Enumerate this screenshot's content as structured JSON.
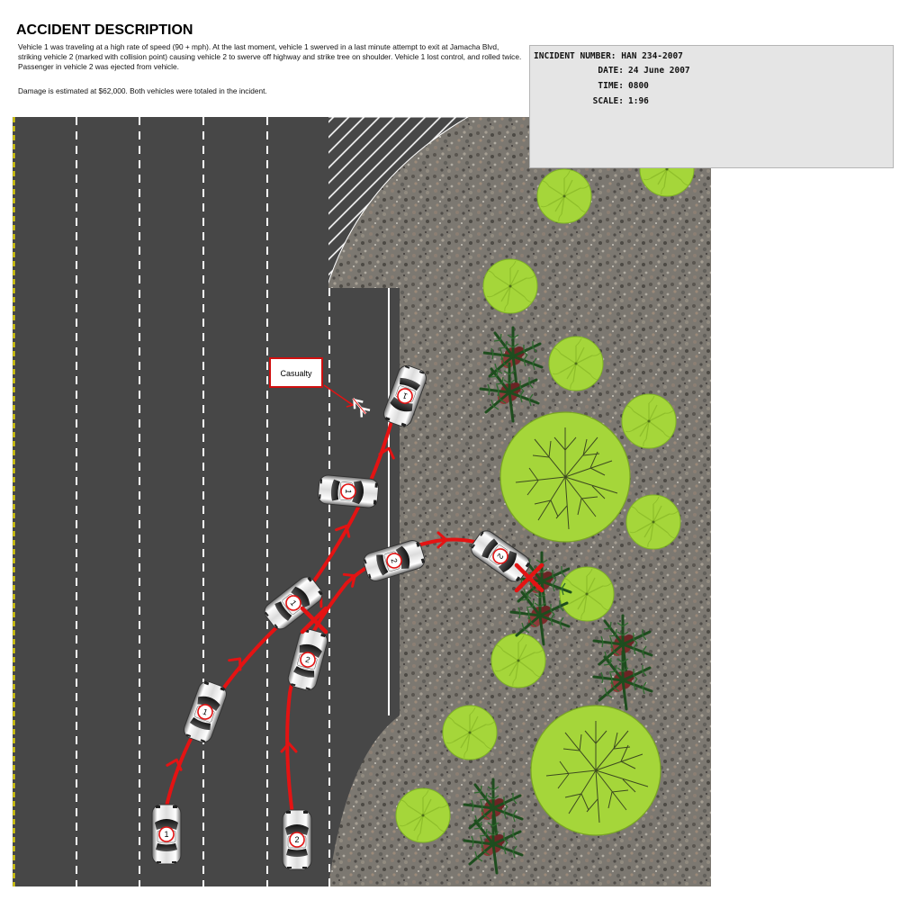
{
  "header": {
    "title": "ACCIDENT DESCRIPTION",
    "paragraph1": "Vehicle 1 was traveling at a high rate of speed (90 + mph).  At the last moment, vehicle 1 swerved in a last minute attempt to exit at Jamacha Blvd, striking vehicle 2  (marked with collision point) causing vehicle 2 to swerve off highway and strike tree on shoulder.  Vehicle 1 lost control, and rolled twice.  Passenger in vehicle 2 was ejected from vehicle.",
    "paragraph2": "Damage is estimated at $62,000.  Both vehicles were totaled in the incident."
  },
  "incident": {
    "number_label": "INCIDENT NUMBER:",
    "number_value": "HAN 234-2007",
    "date_label": "DATE:",
    "date_value": "24 June 2007",
    "time_label": "TIME:",
    "time_value": "0800",
    "scale_label": "SCALE:",
    "scale_value": "1:96"
  },
  "diagram": {
    "casualty_label": "Casualty",
    "vehicle1_number": "1",
    "vehicle2_number": "2",
    "colors": {
      "path": "#e41313",
      "asphalt": "#474747",
      "lane_marking": "#ffffff",
      "edge_line": "#f2e200",
      "tree_green": "#a5d63a",
      "palm_green": "#1e4d1e",
      "gravel": "#7c7871"
    }
  }
}
